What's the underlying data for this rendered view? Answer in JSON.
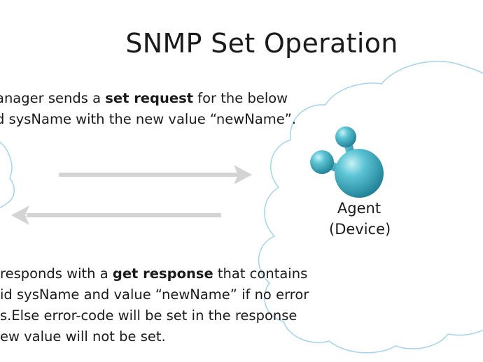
{
  "title": "SNMP Set Operation",
  "request_text": {
    "line1_prefix": "anager sends a ",
    "line1_bold": "set request",
    "line1_suffix": " for the below",
    "line2": "d sysName with the new value “newName”."
  },
  "response_text": {
    "line1_prefix": " responds with a ",
    "line1_bold": "get response",
    "line1_suffix": " that contains",
    "line2": "id sysName and value “newName” if no error",
    "line3": "s.Else error-code will be set in the response",
    "line4": "ew value will not be set."
  },
  "agent": {
    "label_line1": "Agent",
    "label_line2": "(Device)"
  },
  "colors": {
    "cloud_stroke": "#a6d3ea",
    "arrow": "#d4d4d4",
    "molecule": "#3aa9bb",
    "text": "#1a1a1a"
  }
}
